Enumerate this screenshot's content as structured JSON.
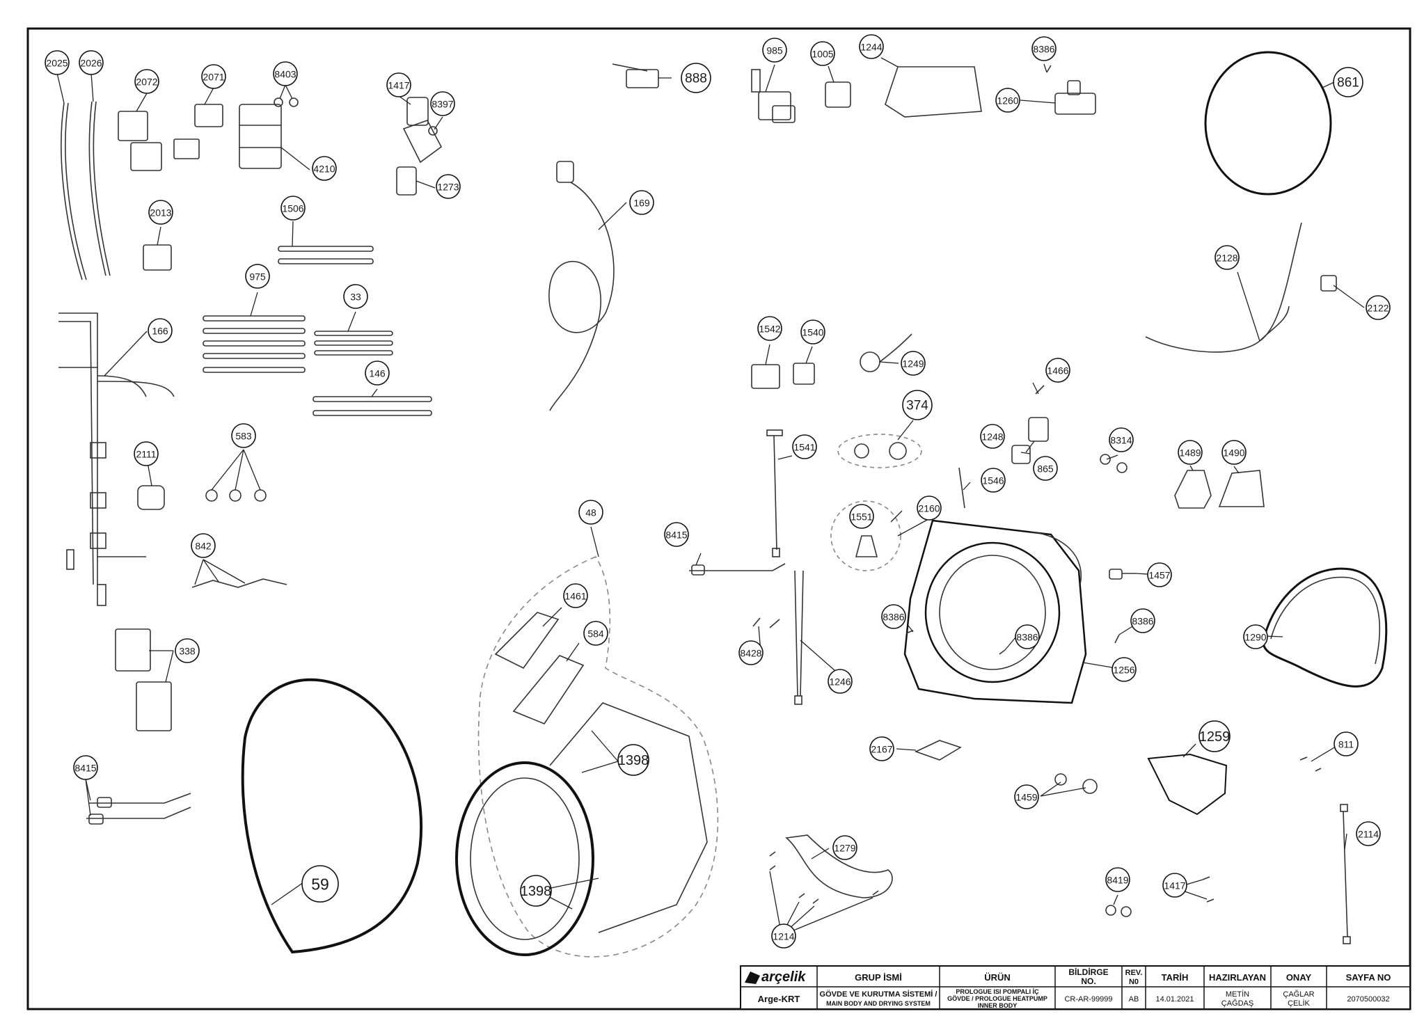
{
  "parts": {
    "p2025": "2025",
    "p2026": "2026",
    "p2072": "2072",
    "p2071": "2071",
    "p8403": "8403",
    "p4210": "4210",
    "p1417a": "1417",
    "p8397": "8397",
    "p1273": "1273",
    "p2013": "2013",
    "p1506": "1506",
    "p975": "975",
    "p33": "33",
    "p146": "146",
    "p166": "166",
    "p2111": "2111",
    "p583": "583",
    "p842": "842",
    "p338": "338",
    "p8415a": "8415",
    "p59": "59",
    "p888": "888",
    "p169": "169",
    "p48": "48",
    "p1461": "1461",
    "p584": "584",
    "p1398a": "1398",
    "p1398b": "1398",
    "p985": "985",
    "p1005": "1005",
    "p1244": "1244",
    "p8386a": "8386",
    "p1260": "1260",
    "p861": "861",
    "p2128": "2128",
    "p2122": "2122",
    "p1542": "1542",
    "p1540": "1540",
    "p1249": "1249",
    "p1466": "1466",
    "p374": "374",
    "p1248": "1248",
    "p865": "865",
    "p8314": "8314",
    "p1489": "1489",
    "p1490": "1490",
    "p1541": "1541",
    "p1546": "1546",
    "p8415b": "8415",
    "p1551": "1551",
    "p2160": "2160",
    "p1457": "1457",
    "p8386b": "8386",
    "p8386c": "8386",
    "p8386d": "8386",
    "p1290": "1290",
    "p8428": "8428",
    "p1246": "1246",
    "p1256": "1256",
    "p2167": "2167",
    "p1259": "1259",
    "p811": "811",
    "p1459": "1459",
    "p2114": "2114",
    "p1279": "1279",
    "p8419": "8419",
    "p1417b": "1417",
    "p1214": "1214"
  },
  "title_block": {
    "brand": "arçelik",
    "dept": "Arge-KRT",
    "headers": {
      "group": "GRUP İSMİ",
      "product": "ÜRÜN",
      "doc_no_1": "BİLDİRGE",
      "doc_no_2": "NO.",
      "rev_1": "REV.",
      "rev_2": "N0",
      "date": "TARİH",
      "prepared": "HAZIRLAYAN",
      "approved": "ONAY",
      "page": "SAYFA NO"
    },
    "values": {
      "group_1": "GÖVDE VE KURUTMA SİSTEMİ /",
      "group_2": "MAIN BODY AND DRYING SYSTEM",
      "product_1": "PROLOGUE ISI POMPALI İÇ",
      "product_2": "GÖVDE / PROLOGUE HEATPUMP",
      "product_3": "INNER BODY",
      "doc_no": "CR-AR-99999",
      "rev": "AB",
      "date": "14.01.2021",
      "prepared_1": "METİN",
      "prepared_2": "ÇAĞDAŞ",
      "approved_1": "ÇAĞLAR",
      "approved_2": "ÇELİK",
      "page": "2070500032"
    }
  }
}
